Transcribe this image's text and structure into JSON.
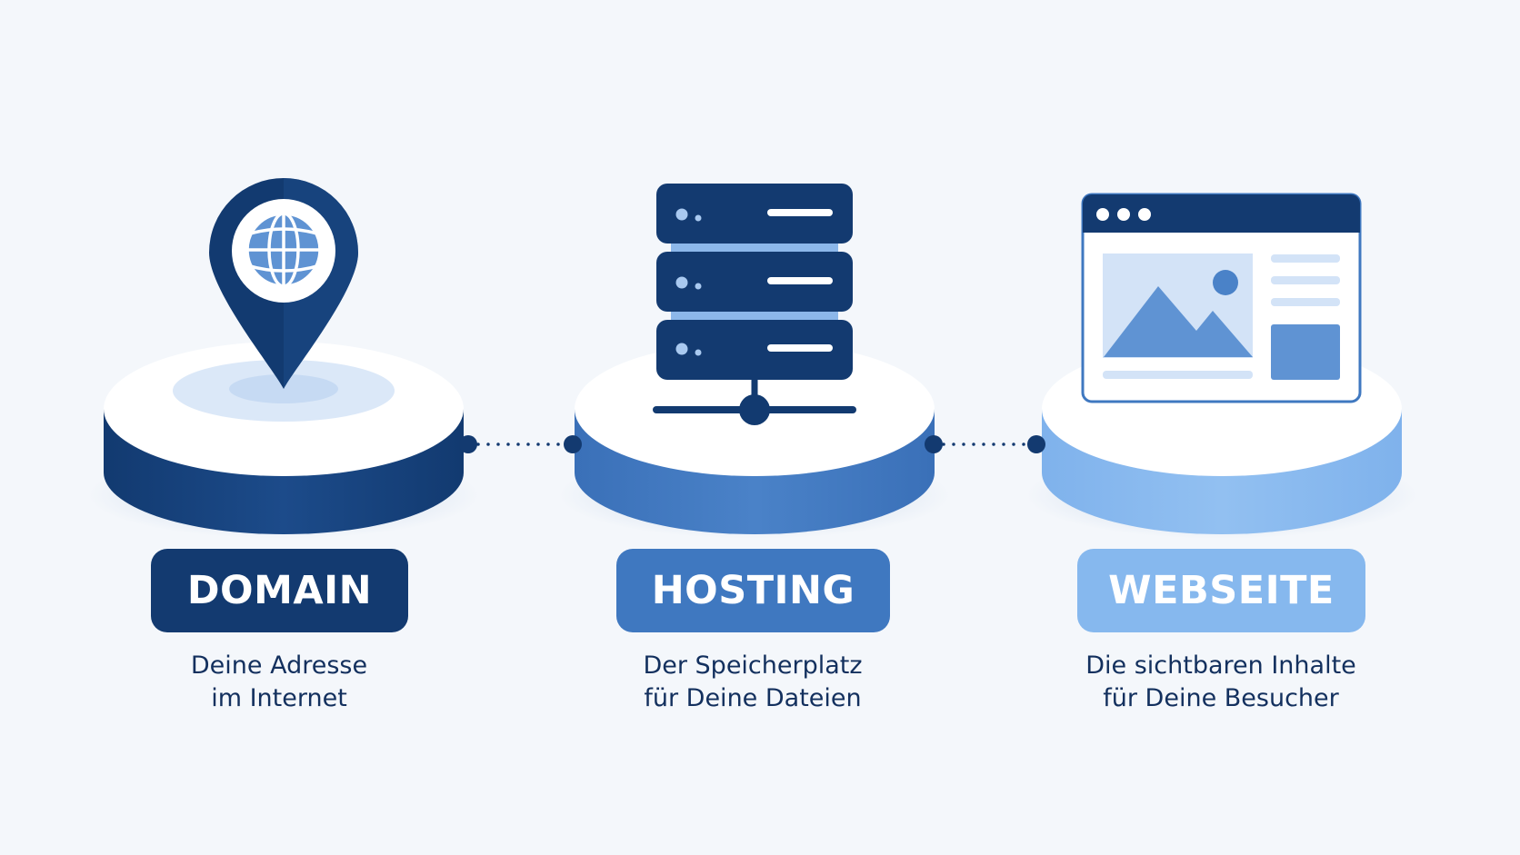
{
  "colors": {
    "background": "#f4f7fb",
    "dark_blue": "#133a70",
    "mid_blue": "#3f78c0",
    "light_blue": "#86b8ee",
    "text": "#13305e"
  },
  "stages": [
    {
      "icon": "location-pin-globe-icon",
      "label": "DOMAIN",
      "desc_line1": "Deine Adresse",
      "desc_line2": "im Internet"
    },
    {
      "icon": "server-rack-icon",
      "label": "HOSTING",
      "desc_line1": "Der Speicherplatz",
      "desc_line2": "für Deine Dateien"
    },
    {
      "icon": "browser-window-icon",
      "label": "WEBSEITE",
      "desc_line1": "Die sichtbaren Inhalte",
      "desc_line2": "für Deine Besucher"
    }
  ]
}
